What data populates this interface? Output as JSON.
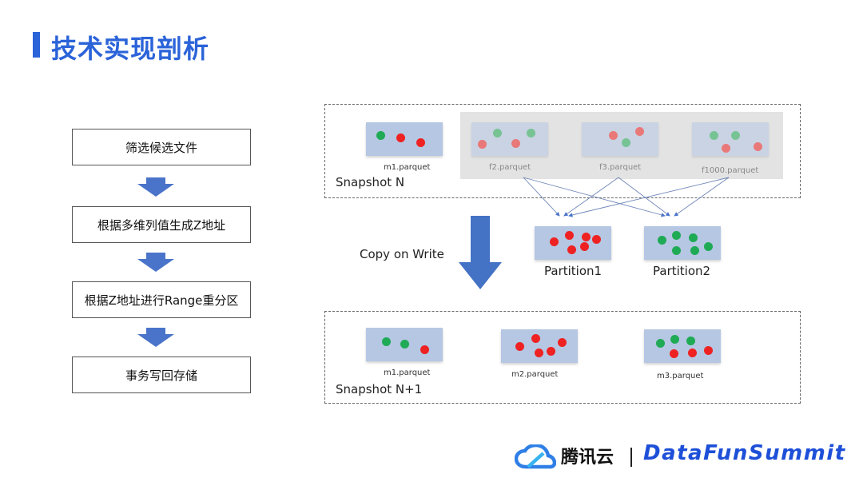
{
  "title": "技术实现剖析",
  "steps": [
    "筛选候选文件",
    "根据多维列值生成Z地址",
    "根据Z地址进行Range重分区",
    "事务写回存储"
  ],
  "snapshot_n": {
    "label": "Snapshot N",
    "files": [
      {
        "name": "m1.parquet",
        "dots": [
          "g",
          "r",
          "r"
        ]
      },
      {
        "name": "f2.parquet",
        "dots": [
          "g",
          "r",
          "g",
          "r"
        ]
      },
      {
        "name": "f3.parquet",
        "dots": [
          "r",
          "g",
          "r"
        ]
      },
      {
        "name": "f1000.parquet",
        "dots": [
          "g",
          "r",
          "g",
          "r"
        ]
      }
    ]
  },
  "copy_on_write": "Copy on Write",
  "partitions": [
    {
      "name": "Partition1",
      "dots": [
        "r",
        "r",
        "r",
        "r",
        "r",
        "r"
      ]
    },
    {
      "name": "Partition2",
      "dots": [
        "g",
        "g",
        "g",
        "g",
        "g",
        "g"
      ]
    }
  ],
  "snapshot_n1": {
    "label": "Snapshot N+1",
    "files": [
      {
        "name": "m1.parquet",
        "dots": [
          "g",
          "g",
          "r"
        ]
      },
      {
        "name": "m2.parquet",
        "dots": [
          "r",
          "r",
          "r",
          "r",
          "r"
        ]
      },
      {
        "name": "m3.parquet",
        "dots": [
          "g",
          "g",
          "g",
          "r",
          "r"
        ]
      }
    ]
  },
  "footer": {
    "company": "腾讯云",
    "event": "DataFunSummit"
  },
  "colors": {
    "accent": "#2b63d9",
    "red_dot": "#ee2222",
    "green_dot": "#1faa55",
    "file_fill": "#b5c7e3",
    "arrow": "#4a74c9"
  }
}
